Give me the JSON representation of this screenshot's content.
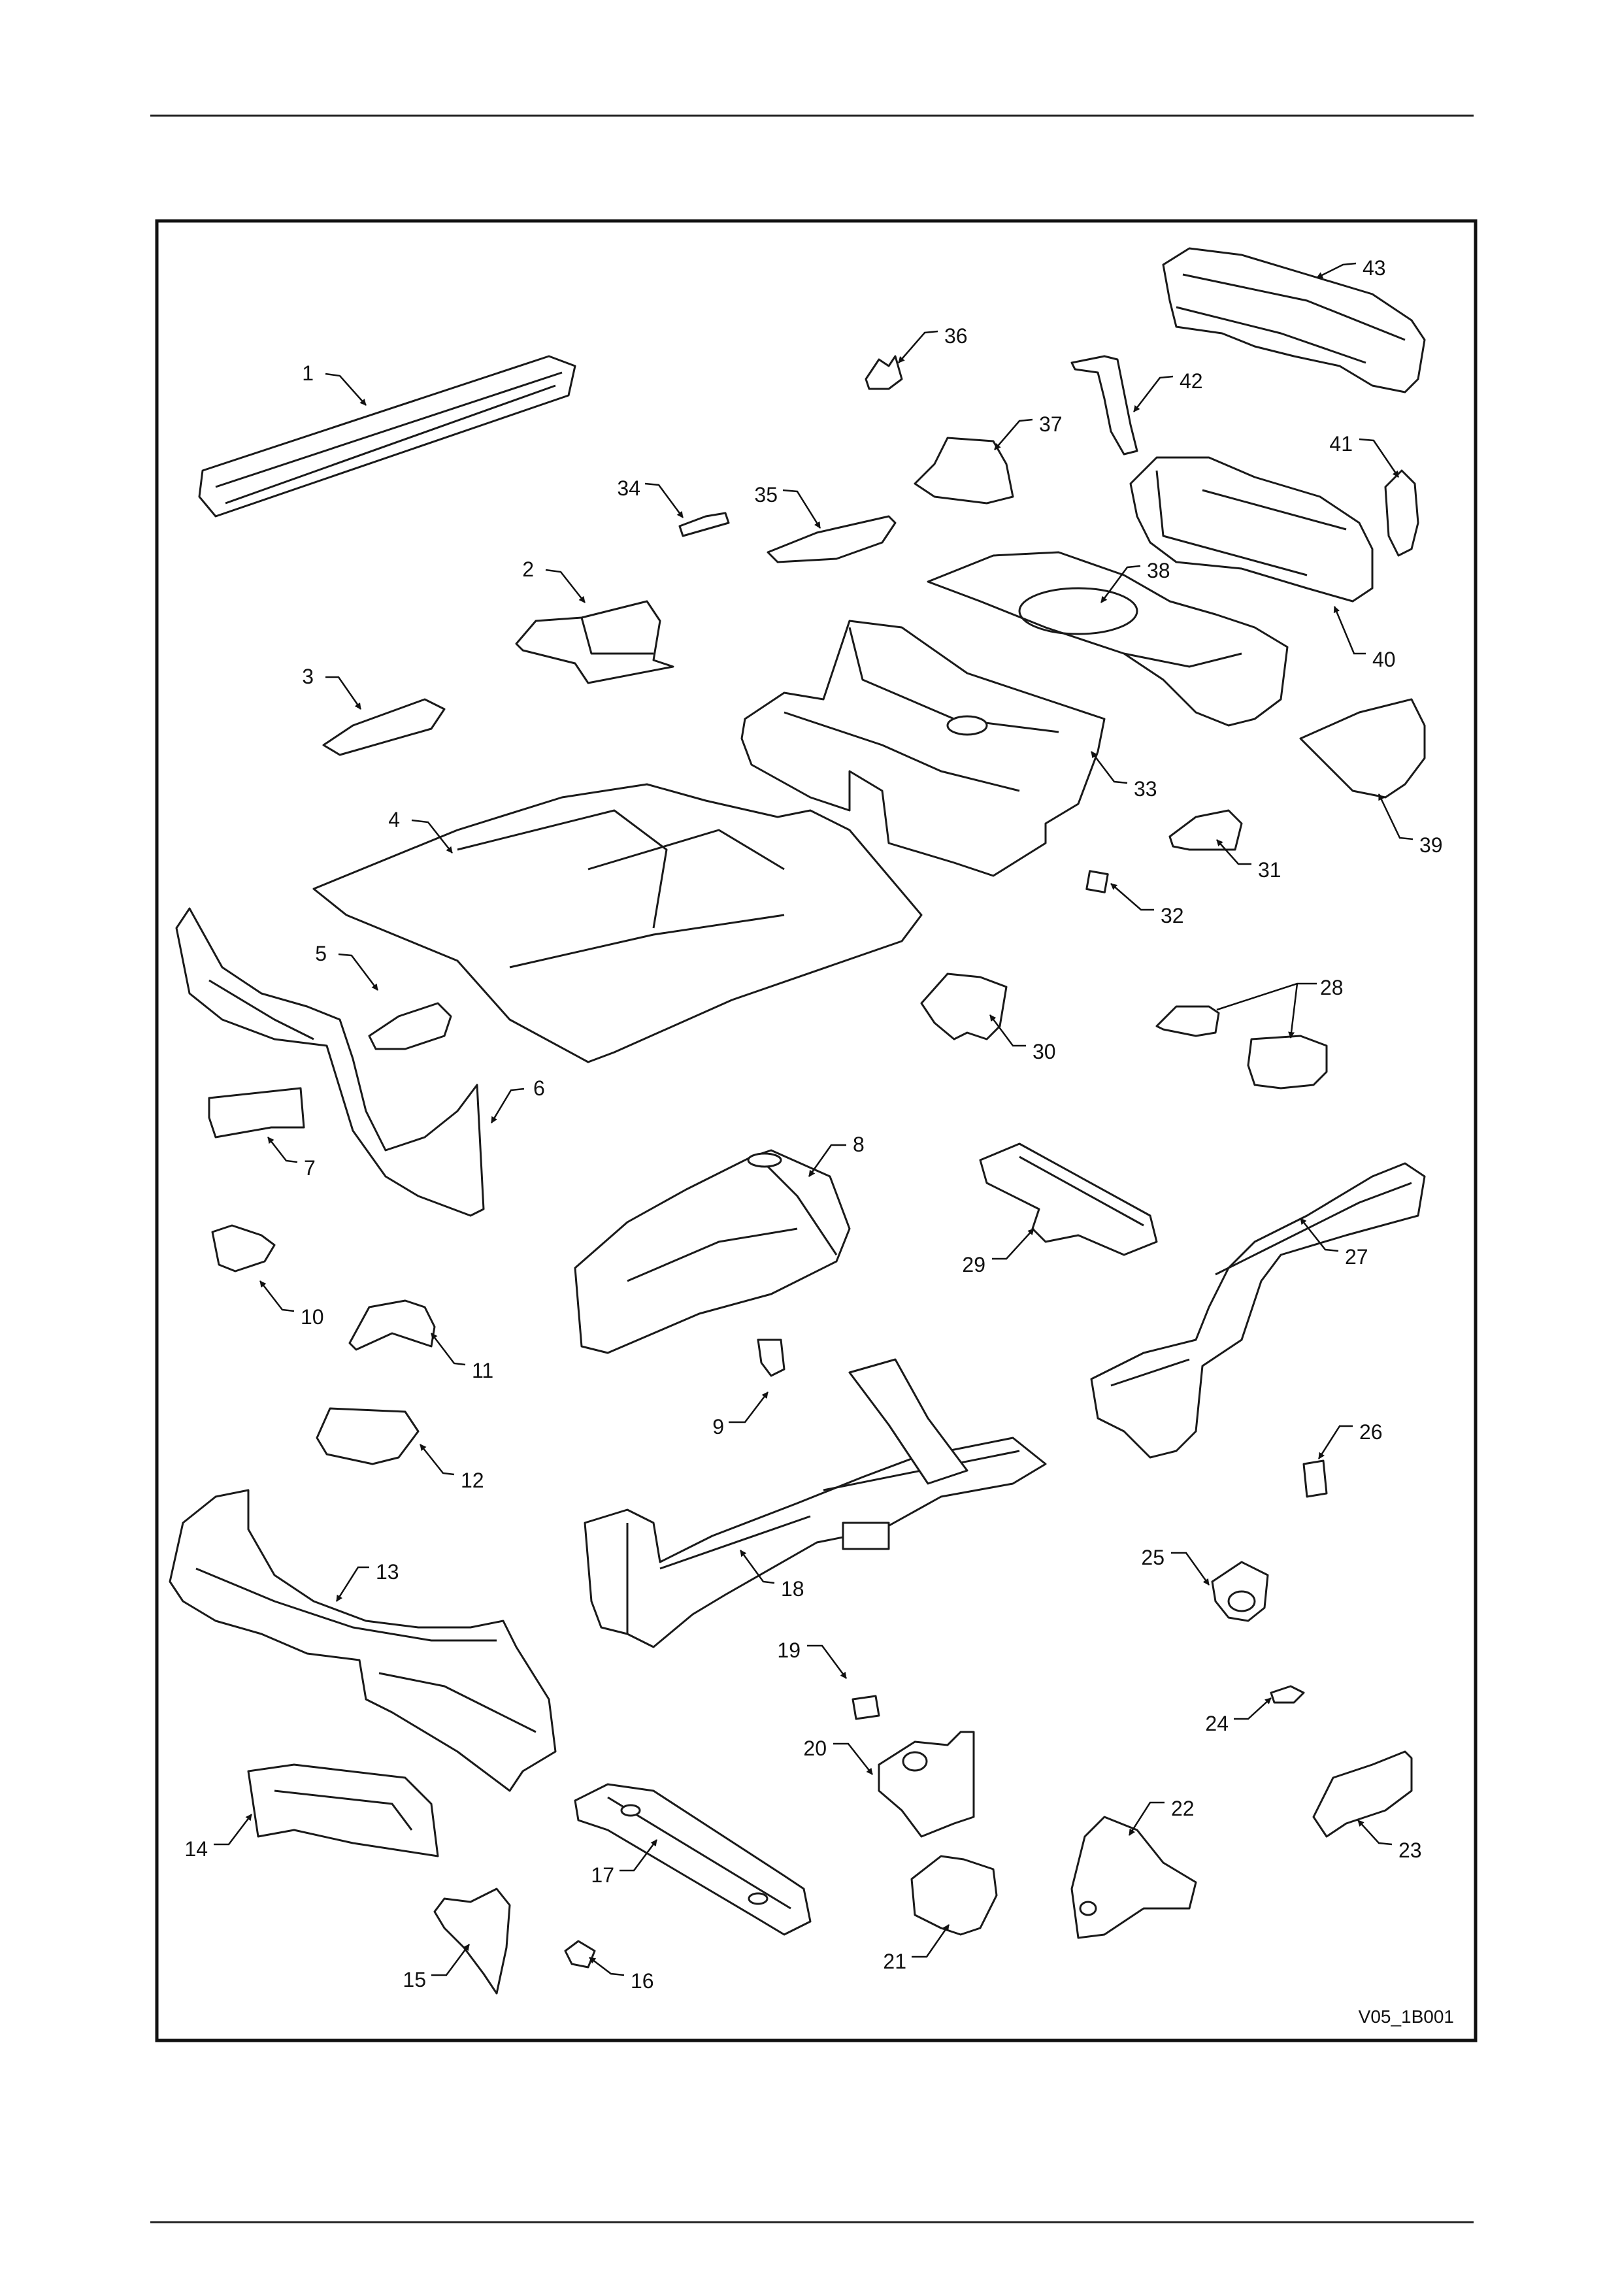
{
  "diagram": {
    "reference_code": "V05_1B001",
    "parts": [
      {
        "number": "1"
      },
      {
        "number": "2"
      },
      {
        "number": "3"
      },
      {
        "number": "4"
      },
      {
        "number": "5"
      },
      {
        "number": "6"
      },
      {
        "number": "7"
      },
      {
        "number": "8"
      },
      {
        "number": "9"
      },
      {
        "number": "10"
      },
      {
        "number": "11"
      },
      {
        "number": "12"
      },
      {
        "number": "13"
      },
      {
        "number": "14"
      },
      {
        "number": "15"
      },
      {
        "number": "16"
      },
      {
        "number": "17"
      },
      {
        "number": "18"
      },
      {
        "number": "19"
      },
      {
        "number": "20"
      },
      {
        "number": "21"
      },
      {
        "number": "22"
      },
      {
        "number": "23"
      },
      {
        "number": "24"
      },
      {
        "number": "25"
      },
      {
        "number": "26"
      },
      {
        "number": "27"
      },
      {
        "number": "28"
      },
      {
        "number": "29"
      },
      {
        "number": "30"
      },
      {
        "number": "31"
      },
      {
        "number": "32"
      },
      {
        "number": "33"
      },
      {
        "number": "34"
      },
      {
        "number": "35"
      },
      {
        "number": "36"
      },
      {
        "number": "37"
      },
      {
        "number": "38"
      },
      {
        "number": "39"
      },
      {
        "number": "40"
      },
      {
        "number": "41"
      },
      {
        "number": "42"
      },
      {
        "number": "43"
      }
    ]
  }
}
